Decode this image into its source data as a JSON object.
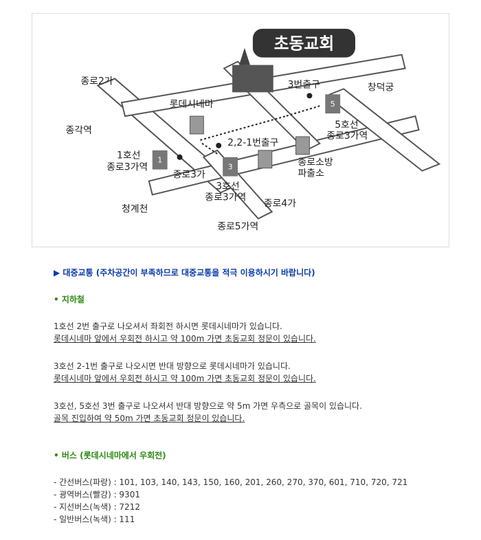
{
  "map": {
    "church_name": "초동교회",
    "labels": {
      "jongno2ga": "종로2가",
      "lotte": "롯데시네마",
      "exit3": "3번출구",
      "changdeok": "창덕궁",
      "line5": "5호선",
      "line5_station": "종로3가역",
      "jonggak": "종각역",
      "exit2": "2,2-1번출구",
      "line1": "1호선",
      "line1_station": "종로3가역",
      "jongno3ga": "종로3가",
      "line3": "3호선",
      "line3_station": "종로3가역",
      "fire1": "종로소방",
      "fire2": "파출소",
      "cheonggye": "청계천",
      "jongno4ga": "종로4가",
      "jongno5ga": "종로5가역"
    },
    "markers": [
      "1",
      "3",
      "5"
    ]
  },
  "heading": "▶ 대중교통 (주차공간이 부족하므로 대중교통을 적극 이용하시기 바랍니다)",
  "subway": {
    "title": "• 지하철",
    "paragraphs": [
      [
        "1호선 2번 출구로 나오셔서 좌회전 하시면 롯데시네마가 있습니다.",
        "롯데시네마 앞에서 우회전 하시고 약 100m 가면 초동교회 정문이 있습니다."
      ],
      [
        "3호선 2-1번 출구로 나오시면 반대 방향으로 롯데시네마가 있습니다.",
        "롯데시네마 앞에서 우회전 하시고 약 100m 가면 초동교회 정문이 있습니다."
      ],
      [
        "3호선, 5호선 3번 출구로 나오셔서 반대 방향으로 약 5m 가면 우측으로 골목이 있습니다.",
        "골목 진입하여 약 50m 가면 초동교회 정문이 있습니다."
      ]
    ]
  },
  "bus": {
    "title": "• 버스 (롯데시네마에서 우회전)",
    "lines": [
      "- 간선버스(파랑) : 101, 103, 140, 143, 150, 160, 201, 260, 270, 370, 601, 710, 720, 721",
      "- 광역버스(빨강) : 9301",
      "- 지선버스(녹색) : 7212",
      "- 일반버스(녹색) : 111"
    ]
  }
}
